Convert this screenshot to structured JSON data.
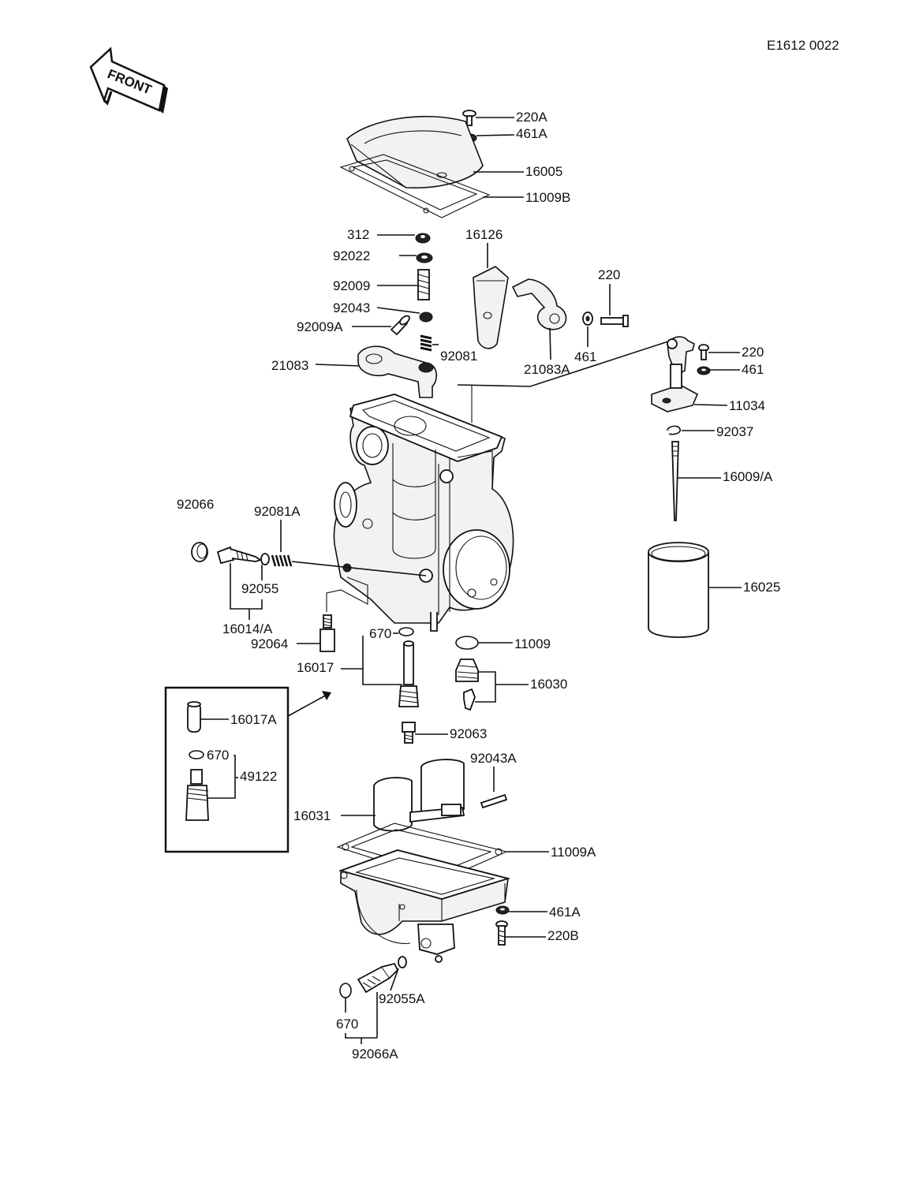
{
  "doc_code": "E1612 0022",
  "front_label": "FRONT",
  "parts": {
    "p220A": "220A",
    "p461A_top": "461A",
    "p16005": "16005",
    "p11009B": "11009B",
    "p312": "312",
    "p92022": "92022",
    "p92009": "92009",
    "p92043": "92043",
    "p92009A": "92009A",
    "p21083": "21083",
    "p16126": "16126",
    "p92081": "92081",
    "p21083A": "21083A",
    "p461_upper": "461",
    "p220_upper": "220",
    "p220_right": "220",
    "p461_right": "461",
    "p11034": "11034",
    "p92037": "92037",
    "p16009A": "16009/A",
    "p16025": "16025",
    "p92066": "92066",
    "p92081A": "92081A",
    "p92055": "92055",
    "p16014A": "16014/A",
    "p92064": "92064",
    "p670_mid": "670",
    "p16017": "16017",
    "p11009": "11009",
    "p16030": "16030",
    "p92063": "92063",
    "p16017A": "16017A",
    "p670_box": "670",
    "p49122": "49122",
    "p92043A": "92043A",
    "p16031": "16031",
    "p11009A": "11009A",
    "p461A_bottom": "461A",
    "p220B": "220B",
    "p92055A": "92055A",
    "p670_bottom": "670",
    "p92066A": "92066A"
  }
}
